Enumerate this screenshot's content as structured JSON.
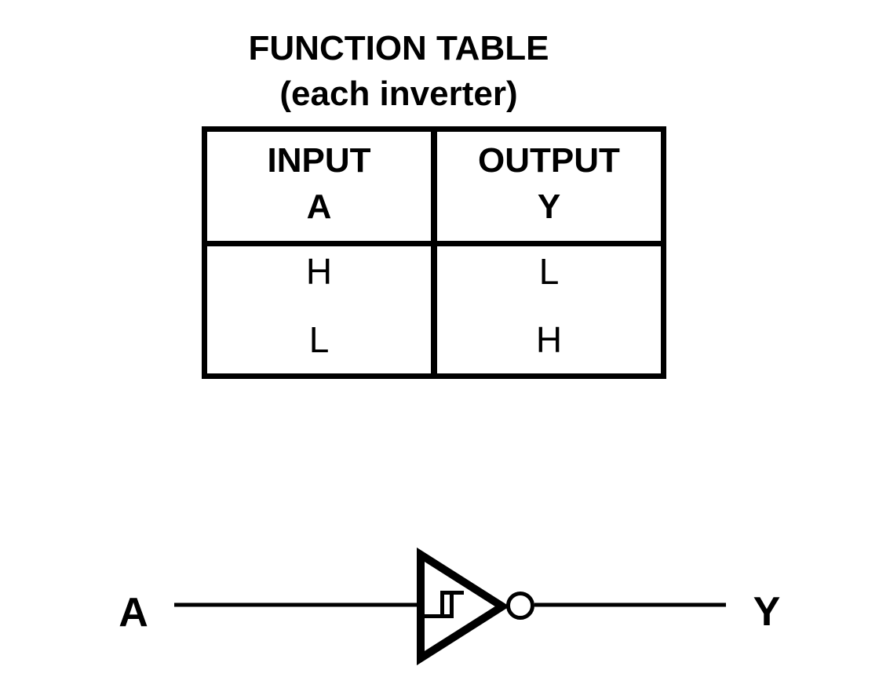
{
  "colors": {
    "background": "#ffffff",
    "ink": "#000000"
  },
  "title": {
    "line1": "FUNCTION TABLE",
    "line2": "(each inverter)"
  },
  "function_table": {
    "headers": [
      {
        "group": "INPUT",
        "signal": "A"
      },
      {
        "group": "OUTPUT",
        "signal": "Y"
      }
    ],
    "rows": [
      {
        "input_a": "H",
        "output_y": "L"
      },
      {
        "input_a": "L",
        "output_y": "H"
      }
    ]
  },
  "schematic": {
    "gate": "schmitt-trigger-inverter",
    "input_label": "A",
    "output_label": "Y"
  }
}
